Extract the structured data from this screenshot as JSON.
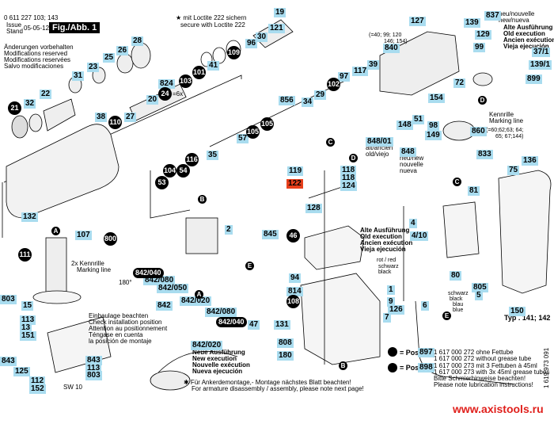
{
  "header": {
    "part_number": "0 611 227 103; 143",
    "issue_label": "Issue",
    "stand_label": "Stand",
    "date": "05-05-12",
    "figure": "Fig./Abb. 1",
    "notes": [
      "Änderungen vorbehalten",
      "Modifications reserved",
      "Modifications reservées",
      "Salvo modificaciones"
    ]
  },
  "loctite_note": [
    "★ mit Loctite 222 sichern",
    "secure with Loctite 222"
  ],
  "old_execution": [
    "Alte Ausführung",
    "Old execution",
    "Ancien exécution",
    "Vieja ejecución"
  ],
  "old_execution_2": [
    "Alte Ausführung",
    "Old execution",
    "Ancien exécution",
    "Vieja ejecución"
  ],
  "new_execution": [
    "Neue Ausführung",
    "New execution",
    "Nouvelle exécution",
    "Nueva ejecución"
  ],
  "install_note": [
    "Einbaulage beachten",
    "Check installation position",
    "Attention au positionnement",
    "Téngase en cuenta",
    "la posición de montaje"
  ],
  "armature_note": [
    "✱ Für Ankerdemontage,- Montage nächstes Blatt beachten!",
    "For armature disassembly / assembly, please note next page!"
  ],
  "marking_line": [
    "2x Kennrille",
    "Marking line"
  ],
  "marking_line_2": [
    "Kennrille",
    "Marking line"
  ],
  "neu_nouvelle": [
    "neu/nouvelle",
    "new/nueva"
  ],
  "alt_ancien": [
    "alt/ancien",
    "old/viejo"
  ],
  "neu_new": [
    "neu/new",
    "nouvelle",
    "nueva"
  ],
  "ref_840": [
    "(=40; 99; 120",
    "146; 154)"
  ],
  "ref_860": [
    "(=60;62;63; 64;",
    "65; 67;144)"
  ],
  "wire_labels": {
    "rot_red": "rot / red",
    "schwarz_black": "schwarz",
    "black": "black",
    "schwarz2": "schwarz",
    "black2": "black",
    "blau": "blau",
    "blue": "blue"
  },
  "six_x": "=6x",
  "sw10": "SW 10",
  "rotate_180": "180°",
  "typ": "Typ . 141; 142",
  "legend": {
    "pos897_prefix": "= Pos.",
    "pos897": "897",
    "pos897_lines": [
      "1 617 000 272 ohne Fettube",
      "1 617 000 272 without grease tube"
    ],
    "pos898_prefix": "= Pos.",
    "pos898": "898",
    "pos898_lines": [
      "1 617 000 273 mit 3 Fettuben à 45ml",
      "1 617 000 273 with 3x 45ml grease tubes",
      "Bitte Schmierhinweise beachten!",
      "Please note lubrication instructions!"
    ]
  },
  "doc_number": "1 619 973 091",
  "watermark": "www.axistools.ru",
  "labels": {
    "l19": "19",
    "l28": "28",
    "l26": "26",
    "l25": "25",
    "l23": "23",
    "l31": "31",
    "l22": "22",
    "l32": "32",
    "l121": "121",
    "l30": "30",
    "l96": "96",
    "l41": "41",
    "l824": "824",
    "l20": "20",
    "l27": "27",
    "l38": "38",
    "l127": "127",
    "l129": "129",
    "l840": "840",
    "l99": "99",
    "l39": "39",
    "l117": "117",
    "l97": "97",
    "l29": "29",
    "l34": "34",
    "l856": "856",
    "l57": "57",
    "l35": "35",
    "l154": "154",
    "l72": "72",
    "l51": "51",
    "l148": "148",
    "l98": "98",
    "l860": "860",
    "l149": "149",
    "l848_01": "848/01",
    "l848": "848",
    "l833": "833",
    "l837": "837",
    "l139": "139",
    "l37_1": "37/1",
    "l139_1": "139/1",
    "l899": "899",
    "l136": "136",
    "l75": "75",
    "l81": "81",
    "l119": "119",
    "l122": "122",
    "l118a": "118",
    "l118b": "118",
    "l124": "124",
    "l128": "128",
    "l845": "845",
    "l4": "4",
    "l4_10": "4/10",
    "l80": "80",
    "l805": "805",
    "l5": "5",
    "l150": "150",
    "l94": "94",
    "l814": "814",
    "l1": "1",
    "l9": "9",
    "l126": "126",
    "l7": "7",
    "l6": "6",
    "l131": "131",
    "l808": "808",
    "l180": "180",
    "l2": "2",
    "l842_080a": "842/080",
    "l842_050": "842/050",
    "l842": "842",
    "l842_020a": "842/020",
    "l842_080b": "842/080",
    "l47": "47",
    "l842_020b": "842/020",
    "l107": "107",
    "l132": "132",
    "l15": "15",
    "l113": "113",
    "l13": "13",
    "l151": "151",
    "l843": "843",
    "l125": "125",
    "l112": "112",
    "l152": "152",
    "l803": "803",
    "l843b": "843",
    "l113b": "113",
    "l803b": "803"
  },
  "circled": {
    "c21": "21",
    "c109": "109",
    "c101": "101",
    "c103": "103",
    "c24": "24",
    "c110": "110",
    "c102": "102",
    "c105a": "105",
    "c105b": "105",
    "c116": "116",
    "c104": "104",
    "c54": "54",
    "c53": "53",
    "c46": "46",
    "c108": "108",
    "c111": "111",
    "c800": "800",
    "c842_040a": "842/040",
    "c842_040b": "842/040"
  },
  "letters": {
    "A1": "A",
    "A2": "A",
    "B1": "B",
    "B2": "B",
    "C1": "C",
    "C2": "C",
    "D1": "D",
    "D2": "D",
    "E1": "E",
    "E2": "E"
  }
}
